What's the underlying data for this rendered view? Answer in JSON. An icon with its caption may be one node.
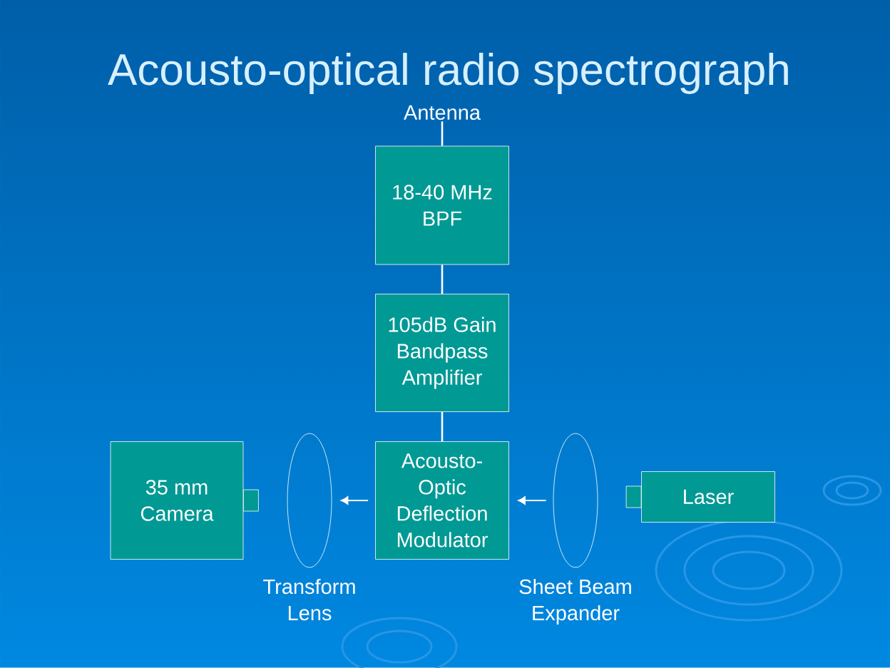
{
  "diagram": {
    "title": "Acousto-optical radio spectrograph",
    "nodes": [
      {
        "text": [
          "Antenna"
        ]
      },
      {
        "text": [
          "18-40 MHz BPF"
        ]
      },
      {
        "text": [
          "105dB Gain Bandpass Amplifier"
        ]
      },
      {
        "text": [
          "Acousto-Optic Deflection Modulator"
        ]
      },
      {
        "text": [
          "35 mm Camera"
        ]
      },
      {
        "text": [],
        "shape": "ellipse",
        "beside": [
          "Transform Lens"
        ]
      },
      {
        "text": [],
        "shape": "ellipse",
        "beside": [
          "Sheet Beam Expander"
        ]
      },
      {
        "text": [
          "Laser"
        ]
      }
    ],
    "edges": [
      {
        "from": 0,
        "to": 1,
        "arrow": "none"
      },
      {
        "from": 1,
        "to": 2,
        "arrow": "none"
      },
      {
        "from": 2,
        "to": 3,
        "arrow": "none"
      },
      {
        "from": 3,
        "to": 5,
        "arrow": "to"
      },
      {
        "from": 6,
        "to": 3,
        "arrow": "to"
      }
    ]
  }
}
